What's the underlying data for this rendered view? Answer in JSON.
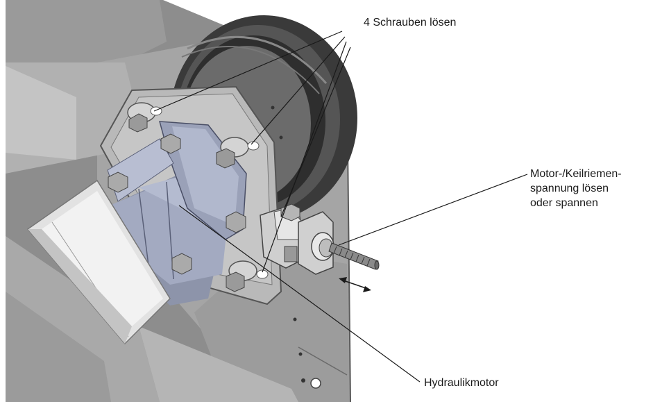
{
  "labels": {
    "screws": "4 Schrauben lösen",
    "tension_line1": "Motor-/Keilriemen-",
    "tension_line2": "spannung lösen",
    "tension_line3": "oder spannen",
    "motor": "Hydraulikmotor"
  },
  "colors": {
    "frame": "#a2a2a2",
    "frame_light": "#c9c9c9",
    "frame_dark": "#6e6e6e",
    "plate": "#b7b7b7",
    "motor": "#a7aec4",
    "pulley": "#3c3c3c",
    "line": "#1a1a1a"
  }
}
